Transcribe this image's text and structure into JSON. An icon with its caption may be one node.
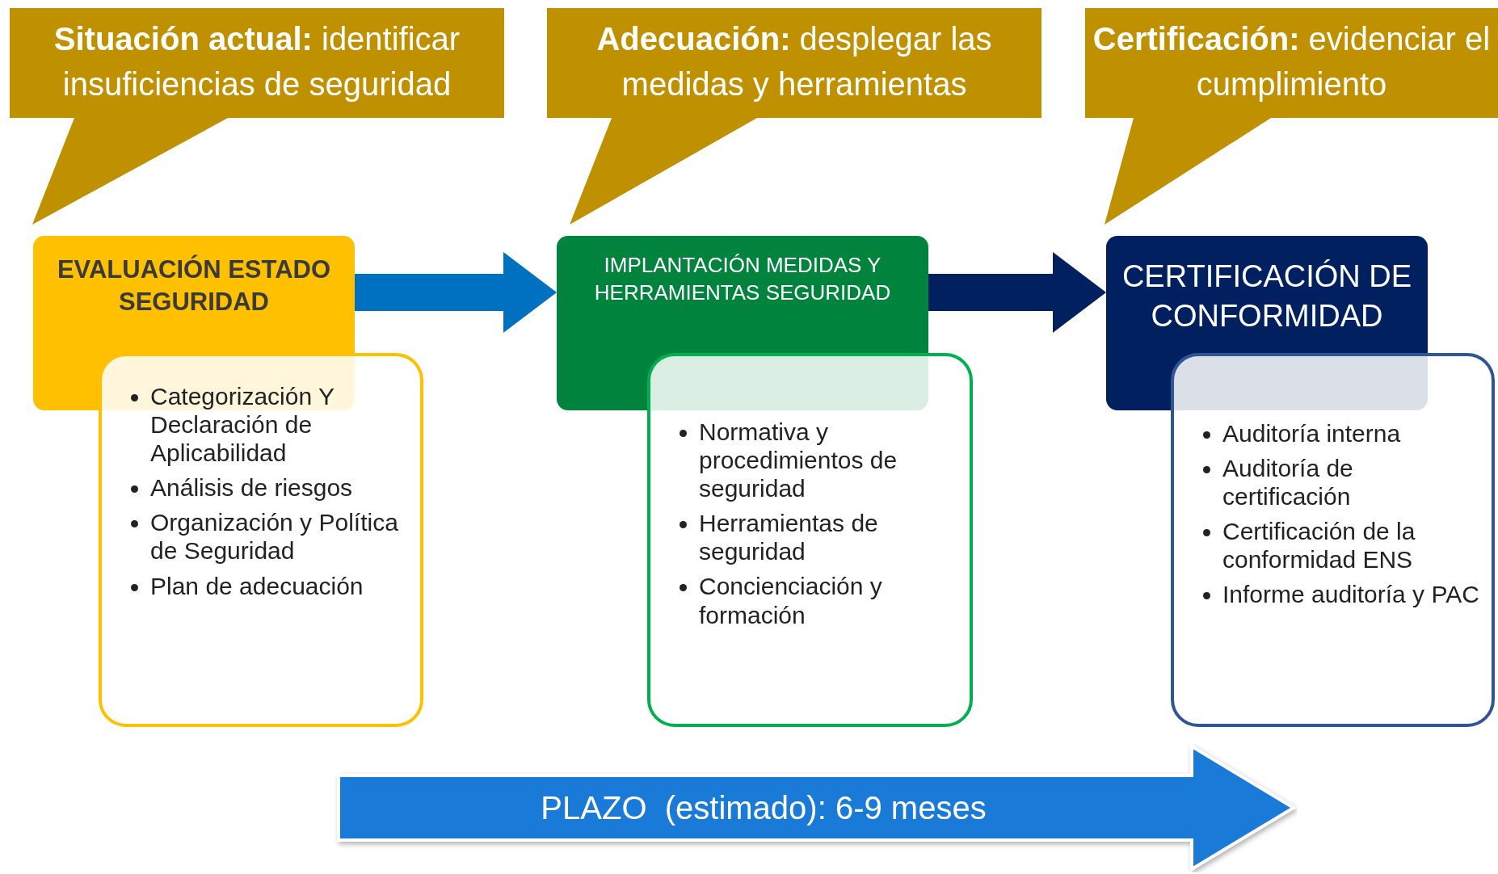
{
  "diagram": {
    "nodes": [
      {
        "text": [
          "**Situación actual:** identificar insuficiencias de seguridad"
        ]
      },
      {
        "text": [
          "**Adecuación:** desplegar las medidas y herramientas"
        ]
      },
      {
        "text": [
          "**Certificación:** evidenciar el cumplimiento"
        ]
      },
      {
        "text": [
          "EVALUACIÓN ESTADO SEGURIDAD"
        ]
      },
      {
        "text": [
          "Categorización Y Declaración de Aplicabilidad",
          "Análisis de riesgos",
          "Organización y Política de Seguridad",
          "Plan de adecuación"
        ]
      },
      {
        "text": [
          "IMPLANTACIÓN MEDIDAS Y HERRAMIENTAS SEGURIDAD"
        ]
      },
      {
        "text": [
          "Normativa y procedimientos de seguridad",
          "Herramientas de seguridad",
          "Concienciación y formación"
        ]
      },
      {
        "text": [
          "CERTIFICACIÓN DE CONFORMIDAD"
        ]
      },
      {
        "text": [
          "Auditoría interna",
          "Auditoría de certificación",
          "Certificación de la conformidad ENS",
          "Informe auditoría y PAC"
        ]
      },
      {
        "text": [
          "PLAZO  (estimado): 6-9 meses"
        ]
      }
    ],
    "edges": [
      {
        "from": 3,
        "to": 5,
        "arrow": "to",
        "color": "#0070c0"
      },
      {
        "from": 5,
        "to": 7,
        "arrow": "to",
        "color": "#002060"
      }
    ]
  }
}
